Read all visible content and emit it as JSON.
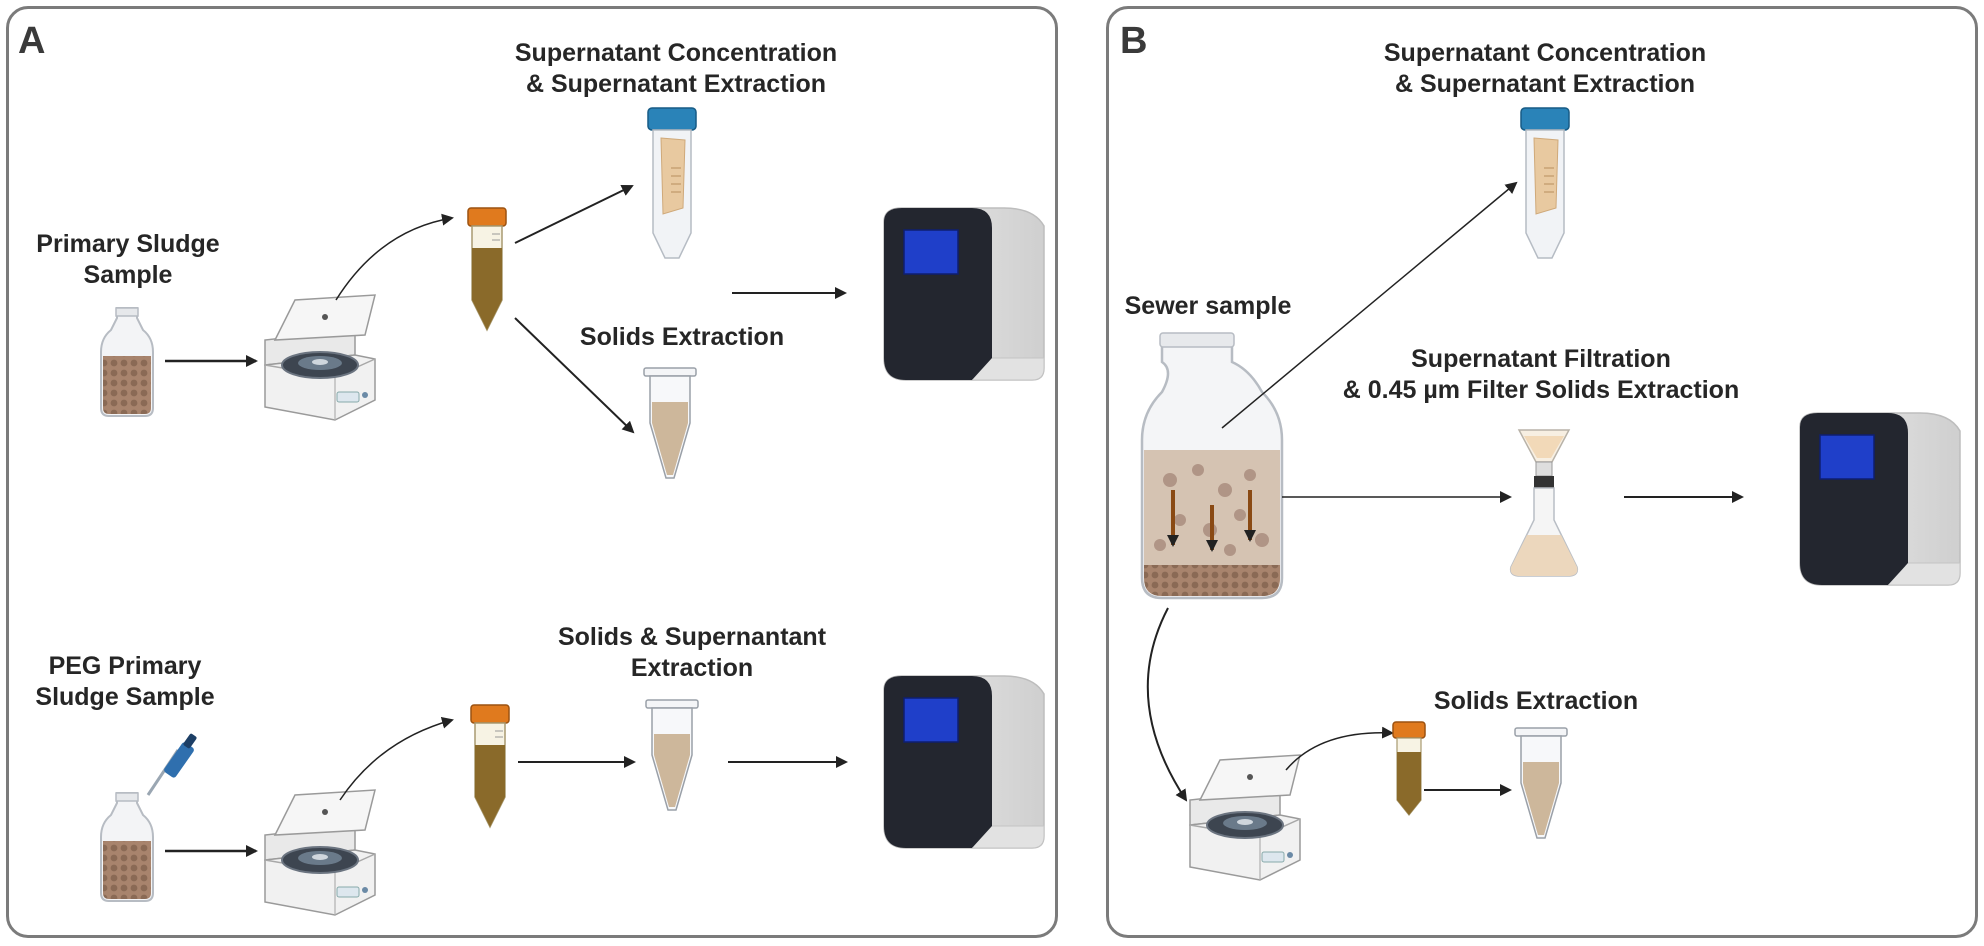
{
  "panels": {
    "a": {
      "letter": "A",
      "row1": {
        "sample_label_line1": "Primary Sludge",
        "sample_label_line2": "Sample",
        "supernatant_label_line1": "Supernatant Concentration",
        "supernatant_label_line2": "& Supernatant Extraction",
        "solids_label": "Solids Extraction"
      },
      "row2": {
        "sample_label_line1": "PEG Primary",
        "sample_label_line2": "Sludge Sample",
        "extraction_label_line1": "Solids & Supernantant",
        "extraction_label_line2": "Extraction"
      }
    },
    "b": {
      "letter": "B",
      "sample_label": "Sewer sample",
      "supernatant_label_line1": "Supernatant Concentration",
      "supernatant_label_line2": "& Supernatant Extraction",
      "filtration_label_line1": "Supernatant Filtration",
      "filtration_label_line2": "& 0.45 µm Filter Solids Extraction",
      "solids_label": "Solids Extraction"
    }
  },
  "colors": {
    "panel_border": "#7b7b7b",
    "sludge_brown": "#8a6a2a",
    "tube_cap_orange": "#e07a1e",
    "tube_cap_blue": "#2a83b8",
    "screen_blue": "#1f3fc9",
    "instrument_dark": "#22252e",
    "solids_beige": "#cdb79b",
    "arrow": "#222222"
  }
}
